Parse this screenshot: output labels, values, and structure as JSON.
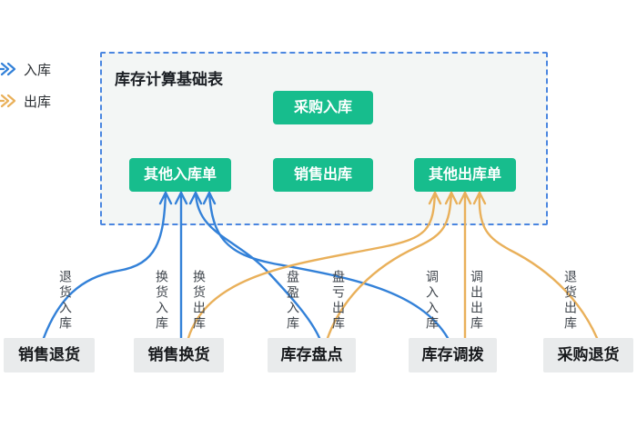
{
  "diagram": {
    "legend": [
      {
        "label": "入库",
        "type": "inbound",
        "color": "#3381d8"
      },
      {
        "label": "出库",
        "type": "outbound",
        "color": "#e9b05a"
      }
    ],
    "container": {
      "title": "库存计算基础表"
    },
    "table_nodes": {
      "purchase_in": "采购入库",
      "other_in": "其他入库单",
      "sales_out": "销售出库",
      "other_out": "其他出库单"
    },
    "source_nodes": {
      "sales_return": "销售退货",
      "sales_exchange": "销售换货",
      "stock_count": "库存盘点",
      "stock_transfer": "库存调拨",
      "purchase_return": "采购退货"
    },
    "flow_labels": {
      "return_in": "退货入库",
      "exchange_in": "换货入库",
      "exchange_out": "换货出库",
      "surplus_in": "盘盈入库",
      "loss_out": "盘亏出库",
      "transfer_in": "调入入库",
      "transfer_out": "调出出库",
      "return_out": "退货出库"
    },
    "flows": [
      {
        "label": "退货入库",
        "from": "销售退货",
        "to": "其他入库单",
        "type": "入库"
      },
      {
        "label": "换货入库",
        "from": "销售换货",
        "to": "其他入库单",
        "type": "入库"
      },
      {
        "label": "换货出库",
        "from": "销售换货",
        "to": "其他出库单",
        "type": "出库"
      },
      {
        "label": "盘盈入库",
        "from": "库存盘点",
        "to": "其他入库单",
        "type": "入库"
      },
      {
        "label": "盘亏出库",
        "from": "库存盘点",
        "to": "其他出库单",
        "type": "出库"
      },
      {
        "label": "调入入库",
        "from": "库存调拨",
        "to": "其他入库单",
        "type": "入库"
      },
      {
        "label": "调出出库",
        "from": "库存调拨",
        "to": "其他出库单",
        "type": "出库"
      },
      {
        "label": "退货出库",
        "from": "采购退货",
        "to": "其他出库单",
        "type": "出库"
      }
    ],
    "colors": {
      "inbound_line": "#3381d8",
      "outbound_line": "#e9b05a",
      "node_green": "#17bd8d",
      "container_border": "#4a86e0",
      "container_bg": "#f3f6f5",
      "source_box_bg": "#e9ebec"
    }
  }
}
